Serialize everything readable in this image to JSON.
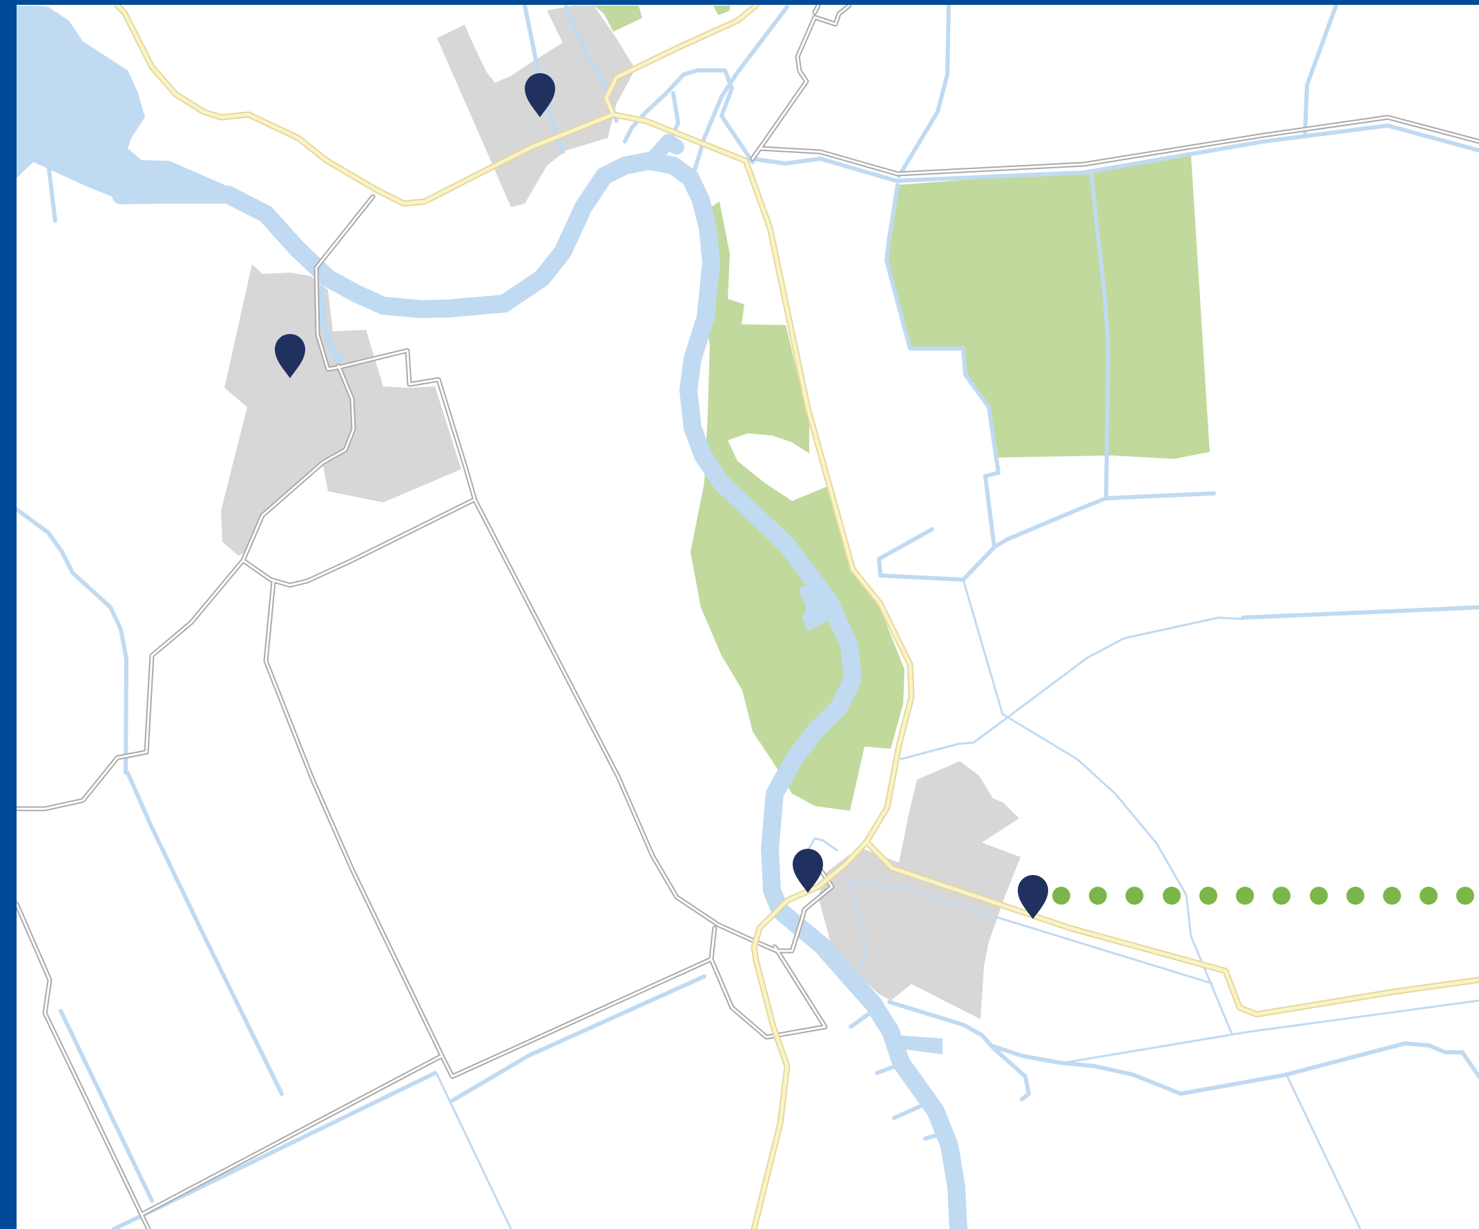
{
  "colors": {
    "frame": "#004a97",
    "water": "#c0daf2",
    "park": "#c1d99c",
    "urban": "#d7d7d7",
    "road_casing": "#a9a9a9",
    "road_fill": "#ffffff",
    "main_road": "#fbf3c6",
    "main_road_casing": "#e3d89d",
    "marker": "#20305f",
    "route_dots": "#7ab648"
  },
  "icons": {
    "marker": "map-pin-icon",
    "route": "dotted-route-line"
  },
  "markers": [
    {
      "id": "marker-north-town"
    },
    {
      "id": "marker-west-town"
    },
    {
      "id": "marker-river-crossing"
    },
    {
      "id": "marker-east-town"
    }
  ]
}
